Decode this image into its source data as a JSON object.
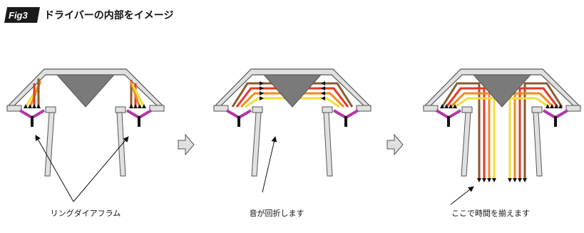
{
  "figure": {
    "tag": "Fig3",
    "title": "ドライバーの内部をイメージ"
  },
  "panels": [
    {
      "caption": "リングダイアフラム"
    },
    {
      "caption": "音が回折します"
    },
    {
      "caption": "ここで時間を揃えます"
    }
  ],
  "colors": {
    "tag_background": "#1a1a1a",
    "housing_fill": "#e0e0e0",
    "housing_stroke": "#555555",
    "phase_plug": "#7a7a7a",
    "diaphragm": "#b03aa6",
    "magnet": "#111111",
    "path_red": "#e2382a",
    "path_orange": "#f08a1e",
    "path_yellow": "#f2dc3a",
    "path_brown": "#8a5a2e"
  }
}
